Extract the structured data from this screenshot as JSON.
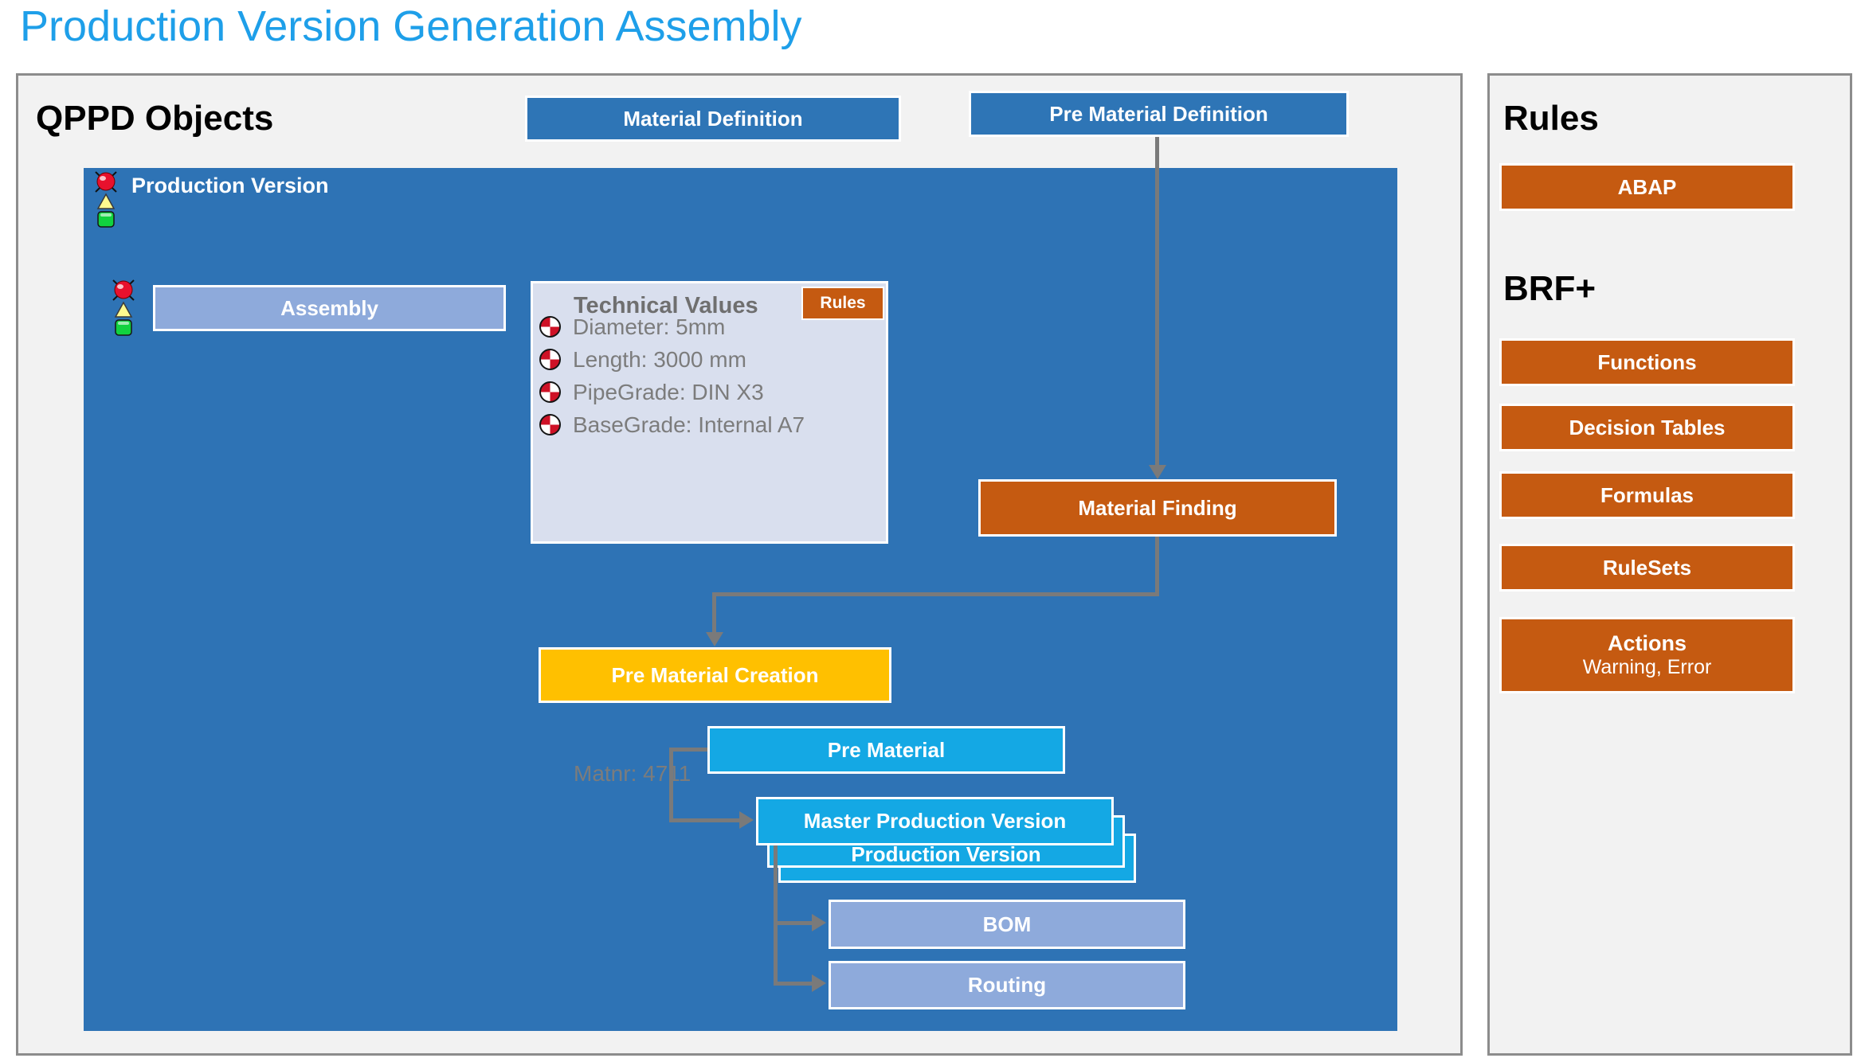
{
  "title": "Production Version Generation Assembly",
  "colors": {
    "title_blue": "#1E9FE9",
    "panel_blue": "#2E73B5",
    "header_box_blue": "#2E75B6",
    "periwinkle": "#8EAADB",
    "cyan": "#14A8E4",
    "orange": "#C55A11",
    "amber": "#FFC000",
    "panel_gray": "#F2F2F2",
    "connector_gray": "#7A7A7A"
  },
  "main_panel": {
    "heading": "QPPD Objects",
    "material_definition_label": "Material Definition",
    "pre_material_definition_label": "Pre Material Definition",
    "production_version_label": "Production Version",
    "assembly_label": "Assembly",
    "technical_values": {
      "heading": "Technical Values",
      "rules_button_label": "Rules",
      "items": [
        "Diameter: 5mm",
        "Length: 3000 mm",
        "PipeGrade: DIN X3",
        "BaseGrade: Internal A7"
      ],
      "matnr": "Matnr: 4711"
    },
    "material_finding_label": "Material Finding",
    "pre_material_creation_label": "Pre Material Creation",
    "pre_material_label": "Pre Material",
    "master_production_version_label": "Master Production Version",
    "production_version_stacked_label": "Production Version",
    "bom_label": "BOM",
    "routing_label": "Routing"
  },
  "rules_panel": {
    "heading": "Rules",
    "abap_label": "ABAP",
    "brf_heading": "BRF+",
    "buttons": [
      "Functions",
      "Decision Tables",
      "Formulas",
      "RuleSets"
    ],
    "actions_title": "Actions",
    "actions_subtitle": "Warning, Error"
  }
}
